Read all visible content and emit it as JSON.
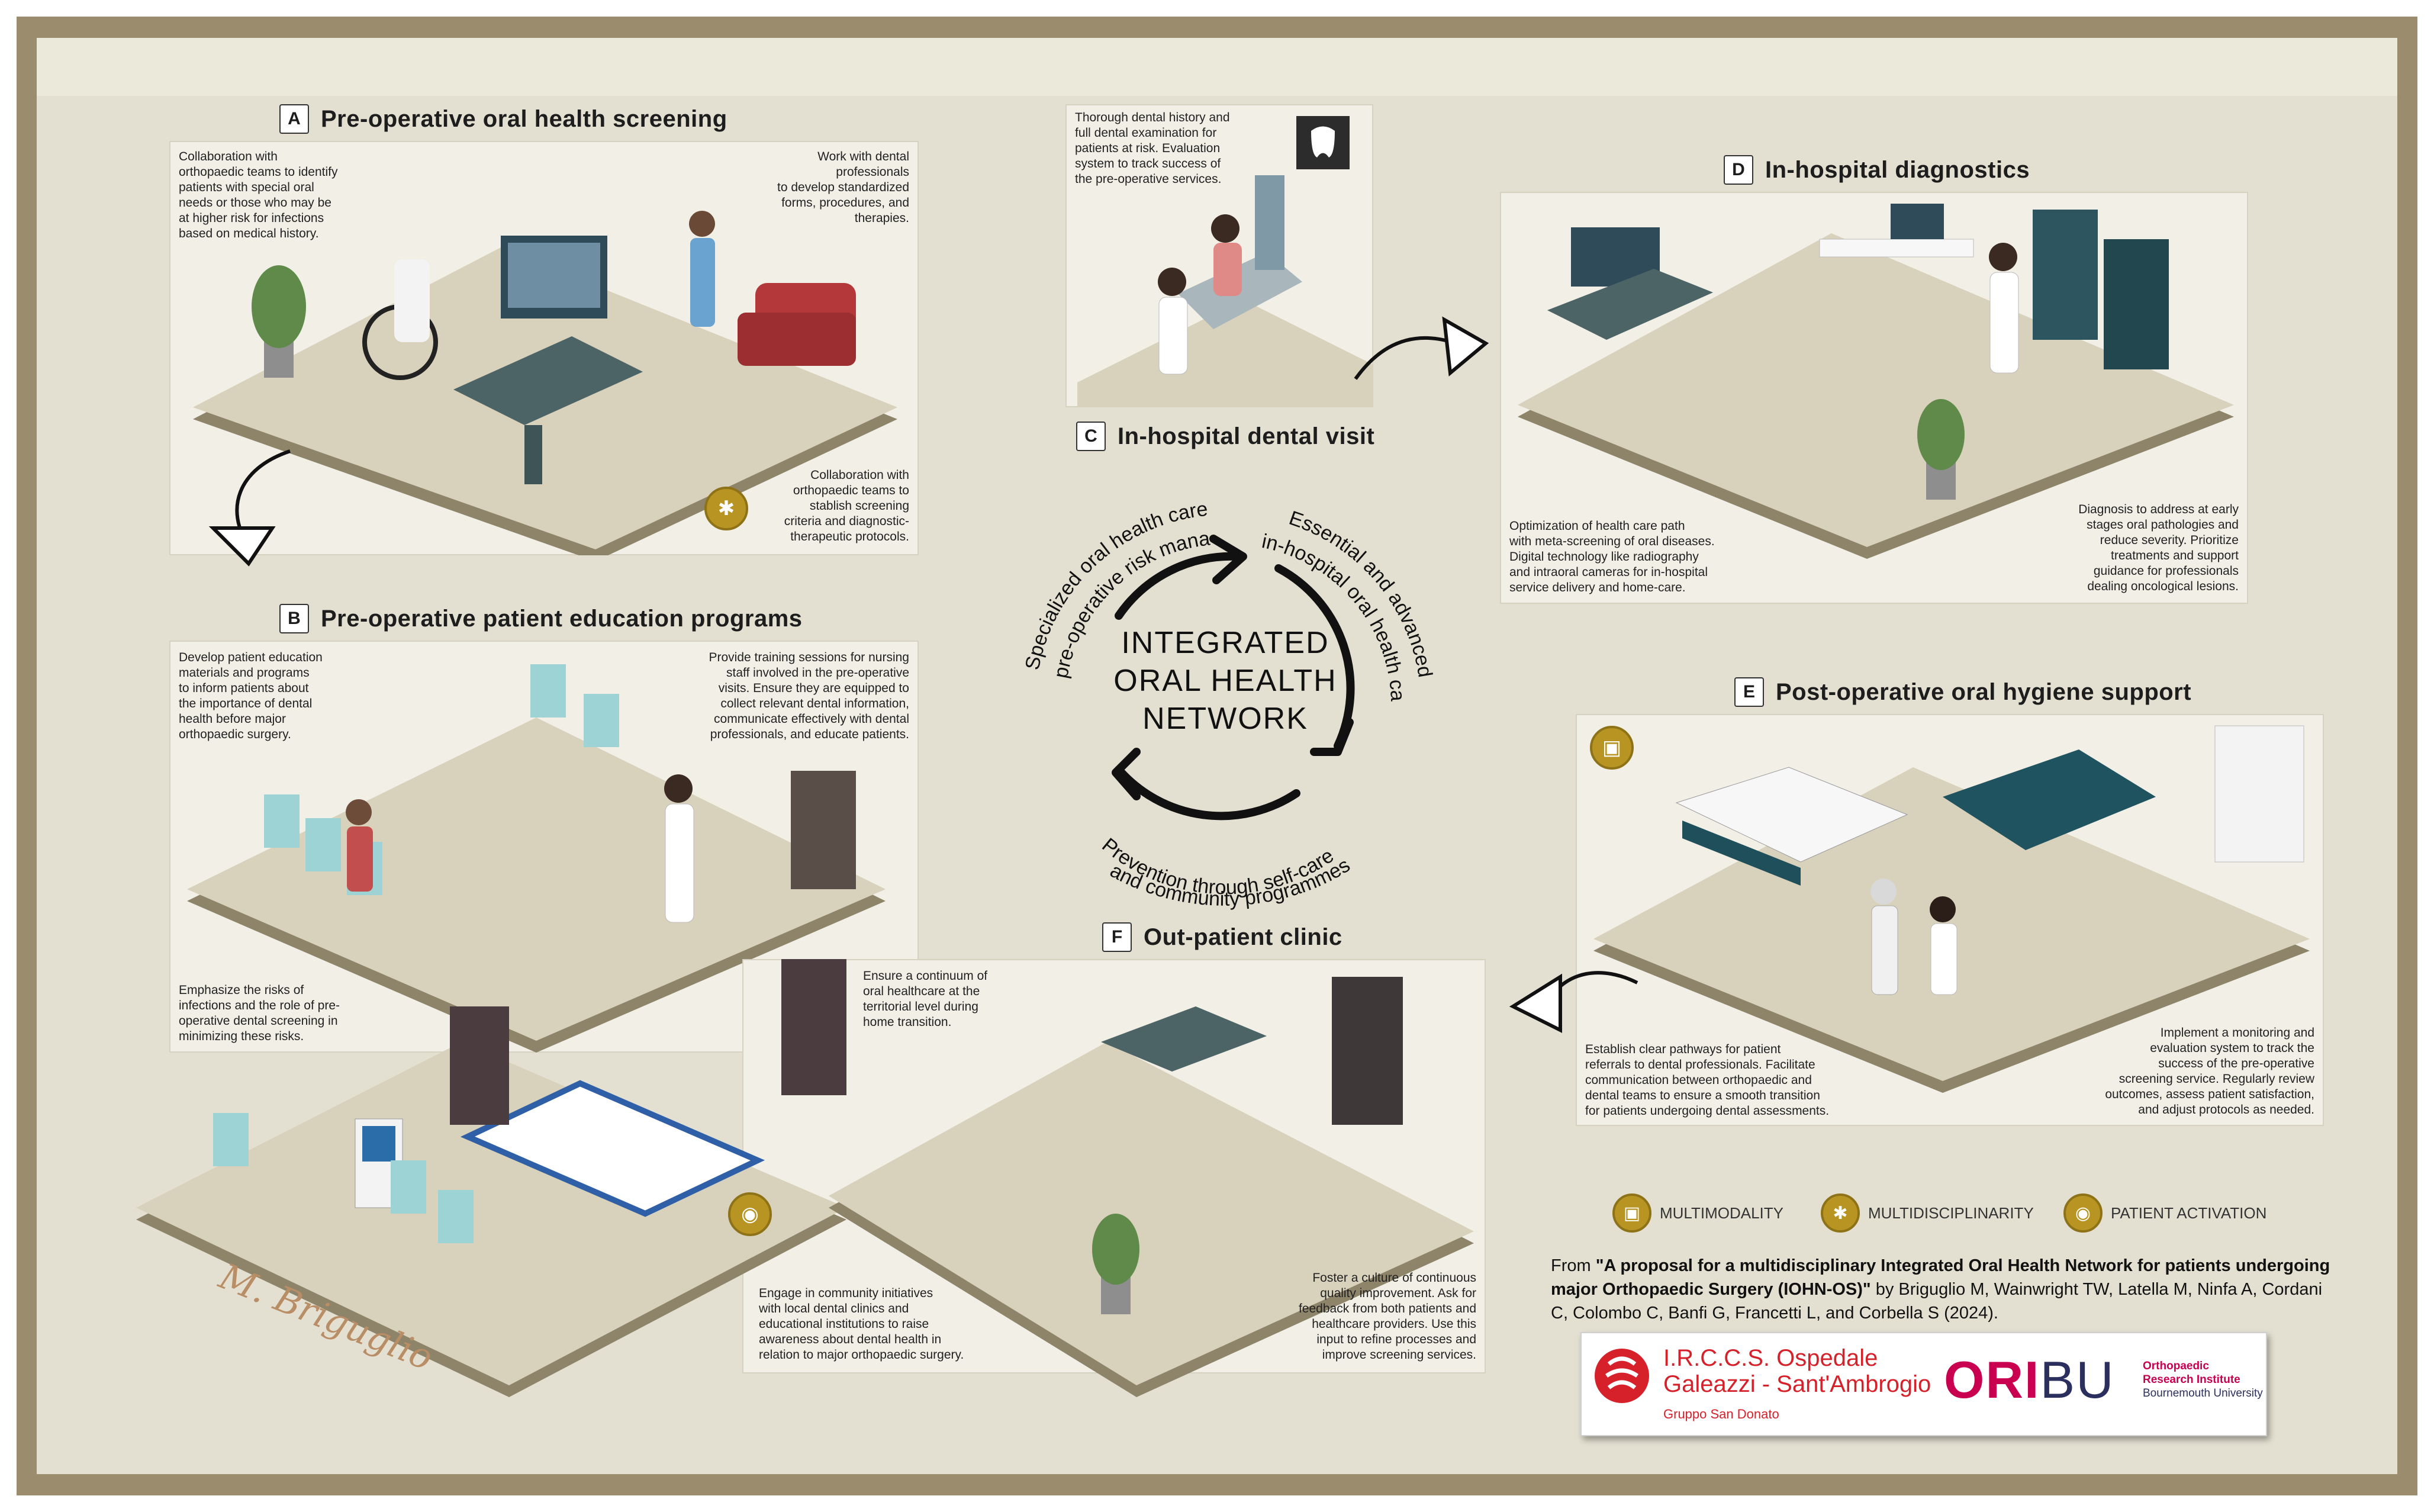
{
  "center": {
    "title_lines": [
      "INTEGRATED",
      "ORAL HEALTH",
      "NETWORK"
    ],
    "arc_labels": {
      "top_left_1": "Specialized oral health care for",
      "top_left_2": "pre-operative risk management",
      "top_right_1": "Essential and advanced",
      "top_right_2": "in-hospital oral health care",
      "bottom_1": "Prevention through self-care",
      "bottom_2": "and community programmes"
    }
  },
  "sections": {
    "a": {
      "letter": "A",
      "title": "Pre-operative oral health screening",
      "note_left": "Collaboration with\northopaedic teams to identify\npatients with special oral\nneeds or those who may be\nat higher risk for infections\nbased on medical history.",
      "note_right": "Work with dental\nprofessionals\nto develop standardized\nforms, procedures, and\ntherapies.",
      "note_bottom": "Collaboration with\northopaedic teams to\nstablish screening\ncriteria and diagnostic-\ntherapeutic protocols."
    },
    "b": {
      "letter": "B",
      "title": "Pre-operative patient education programs",
      "note_left": "Develop patient education\nmaterials and programs\nto inform patients about\nthe importance of dental\nhealth before major\northopaedic surgery.",
      "note_right": "Provide training sessions for nursing\nstaff involved in the pre-operative\nvisits. Ensure they are equipped to\ncollect relevant dental information,\ncommunicate effectively with dental\nprofessionals, and educate patients.",
      "note_bottom": "Emphasize the risks of\ninfections and the role of pre-\noperative dental screening in\nminimizing these risks."
    },
    "c": {
      "letter": "C",
      "title": "In-hospital dental visit",
      "note": "Thorough dental history and\nfull dental examination for\npatients at risk. Evaluation\nsystem to track success of\nthe pre-operative services."
    },
    "d": {
      "letter": "D",
      "title": "In-hospital diagnostics",
      "note_left": "Optimization of health care path\nwith meta-screening of oral diseases.\nDigital technology like radiography\nand intraoral cameras for in-hospital\nservice delivery and home-care.",
      "note_right": "Diagnosis to address at early\nstages oral pathologies and\nreduce severity. Prioritize\ntreatments and support\nguidance for professionals\ndealing oncological lesions."
    },
    "e": {
      "letter": "E",
      "title": "Post-operative oral hygiene support",
      "note_left": "Establish clear pathways for patient\nreferrals to dental professionals. Facilitate\ncommunication between orthopaedic and\ndental teams to ensure a smooth transition\nfor patients undergoing dental assessments.",
      "note_right": "Implement a monitoring and\nevaluation system to track the\nsuccess of the pre-operative\nscreening service. Regularly review\noutcomes, assess patient satisfaction,\nand adjust protocols as needed."
    },
    "f": {
      "letter": "F",
      "title": "Out-patient clinic",
      "note_top": "Ensure a continuum of\noral healthcare at the\nterritorial level during\nhome transition.",
      "note_left": "Engage in community initiatives\nwith local dental clinics and\neducational institutions to raise\nawareness about dental health in\nrelation to major orthopaedic surgery.",
      "note_right": "Foster a culture of continuous\nquality improvement. Ask for\nfeedback from both patients and\nhealthcare providers. Use this\ninput to refine processes and\nimprove screening services."
    }
  },
  "legend": [
    {
      "label": "MULTIMODALITY",
      "icon": "multimodality-icon"
    },
    {
      "label": "MULTIDISCIPLINARITY",
      "icon": "multidisciplinarity-icon"
    },
    {
      "label": "PATIENT ACTIVATION",
      "icon": "patient-activation-icon"
    }
  ],
  "citation": {
    "prefix": "From ",
    "title": "\"A proposal for a multidisciplinary Integrated Oral Health Network for patients undergoing major Orthopaedic Surgery (IOHN-OS)\"",
    "authors": " by Briguglio M, Wainwright TW, Latella M, Ninfa A, Cordani C, Colombo C, Banfi G, Francetti L, and Corbella S (2024)."
  },
  "logos": {
    "irccs_line1": "I.R.C.C.S. Ospedale",
    "irccs_line2": "Galeazzi - Sant'Ambrogio",
    "irccs_sub": "Gruppo San Donato",
    "oribu_ori": "ORI",
    "oribu_bu": "BU",
    "oribu_line1": "Orthopaedic",
    "oribu_line2": "Research Institute",
    "oribu_line3": "Bournemouth University"
  },
  "signature": "M. Briguglio",
  "colors": {
    "frame": "#9a8c6c",
    "background": "#e3e0d1",
    "badge_gold": "#b89522",
    "floor": "#d8d1bb",
    "irccs_red": "#d6202a",
    "oribu_pink": "#c8004f",
    "oribu_navy": "#2b2f5e"
  }
}
